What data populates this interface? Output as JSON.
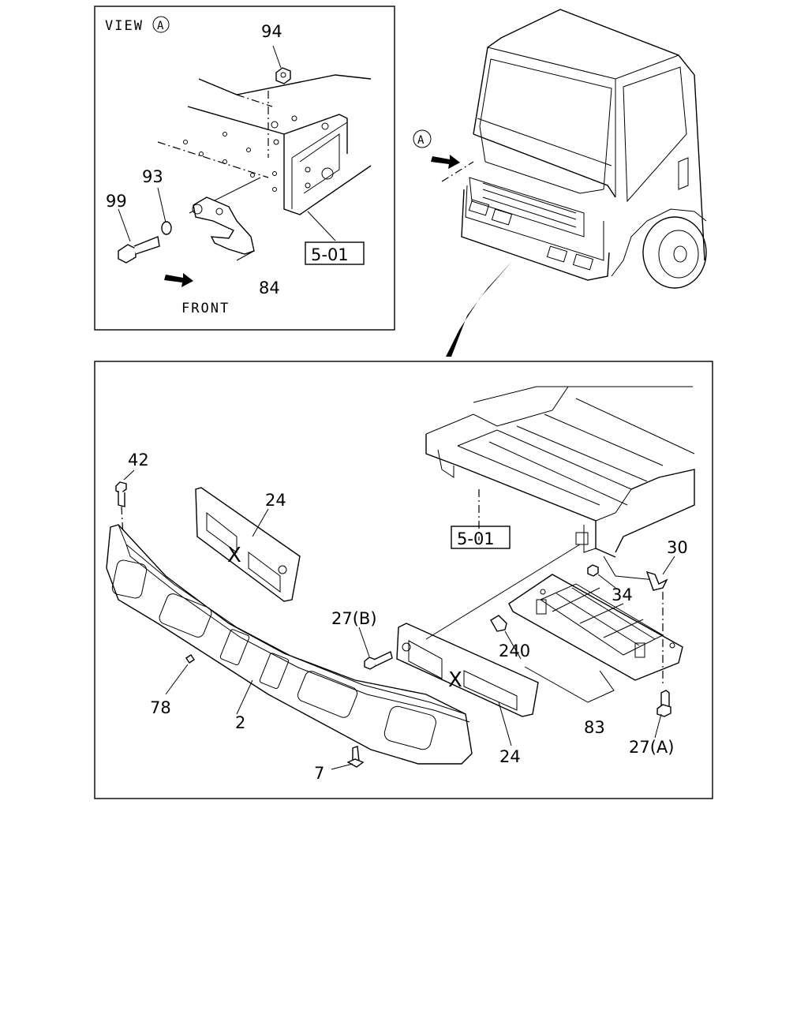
{
  "view_box": {
    "title_prefix": "VIEW",
    "title_circle": "A",
    "front_label": "FRONT",
    "ref_box": "5-01",
    "callouts": [
      "94",
      "93",
      "99",
      "84"
    ]
  },
  "truck_view": {
    "marker": "A"
  },
  "main_box": {
    "ref_box": "5-01",
    "callouts": [
      "42",
      "24",
      "30",
      "34",
      "27(B)",
      "240",
      "78",
      "2",
      "83",
      "27(A)",
      "7",
      "24"
    ]
  }
}
